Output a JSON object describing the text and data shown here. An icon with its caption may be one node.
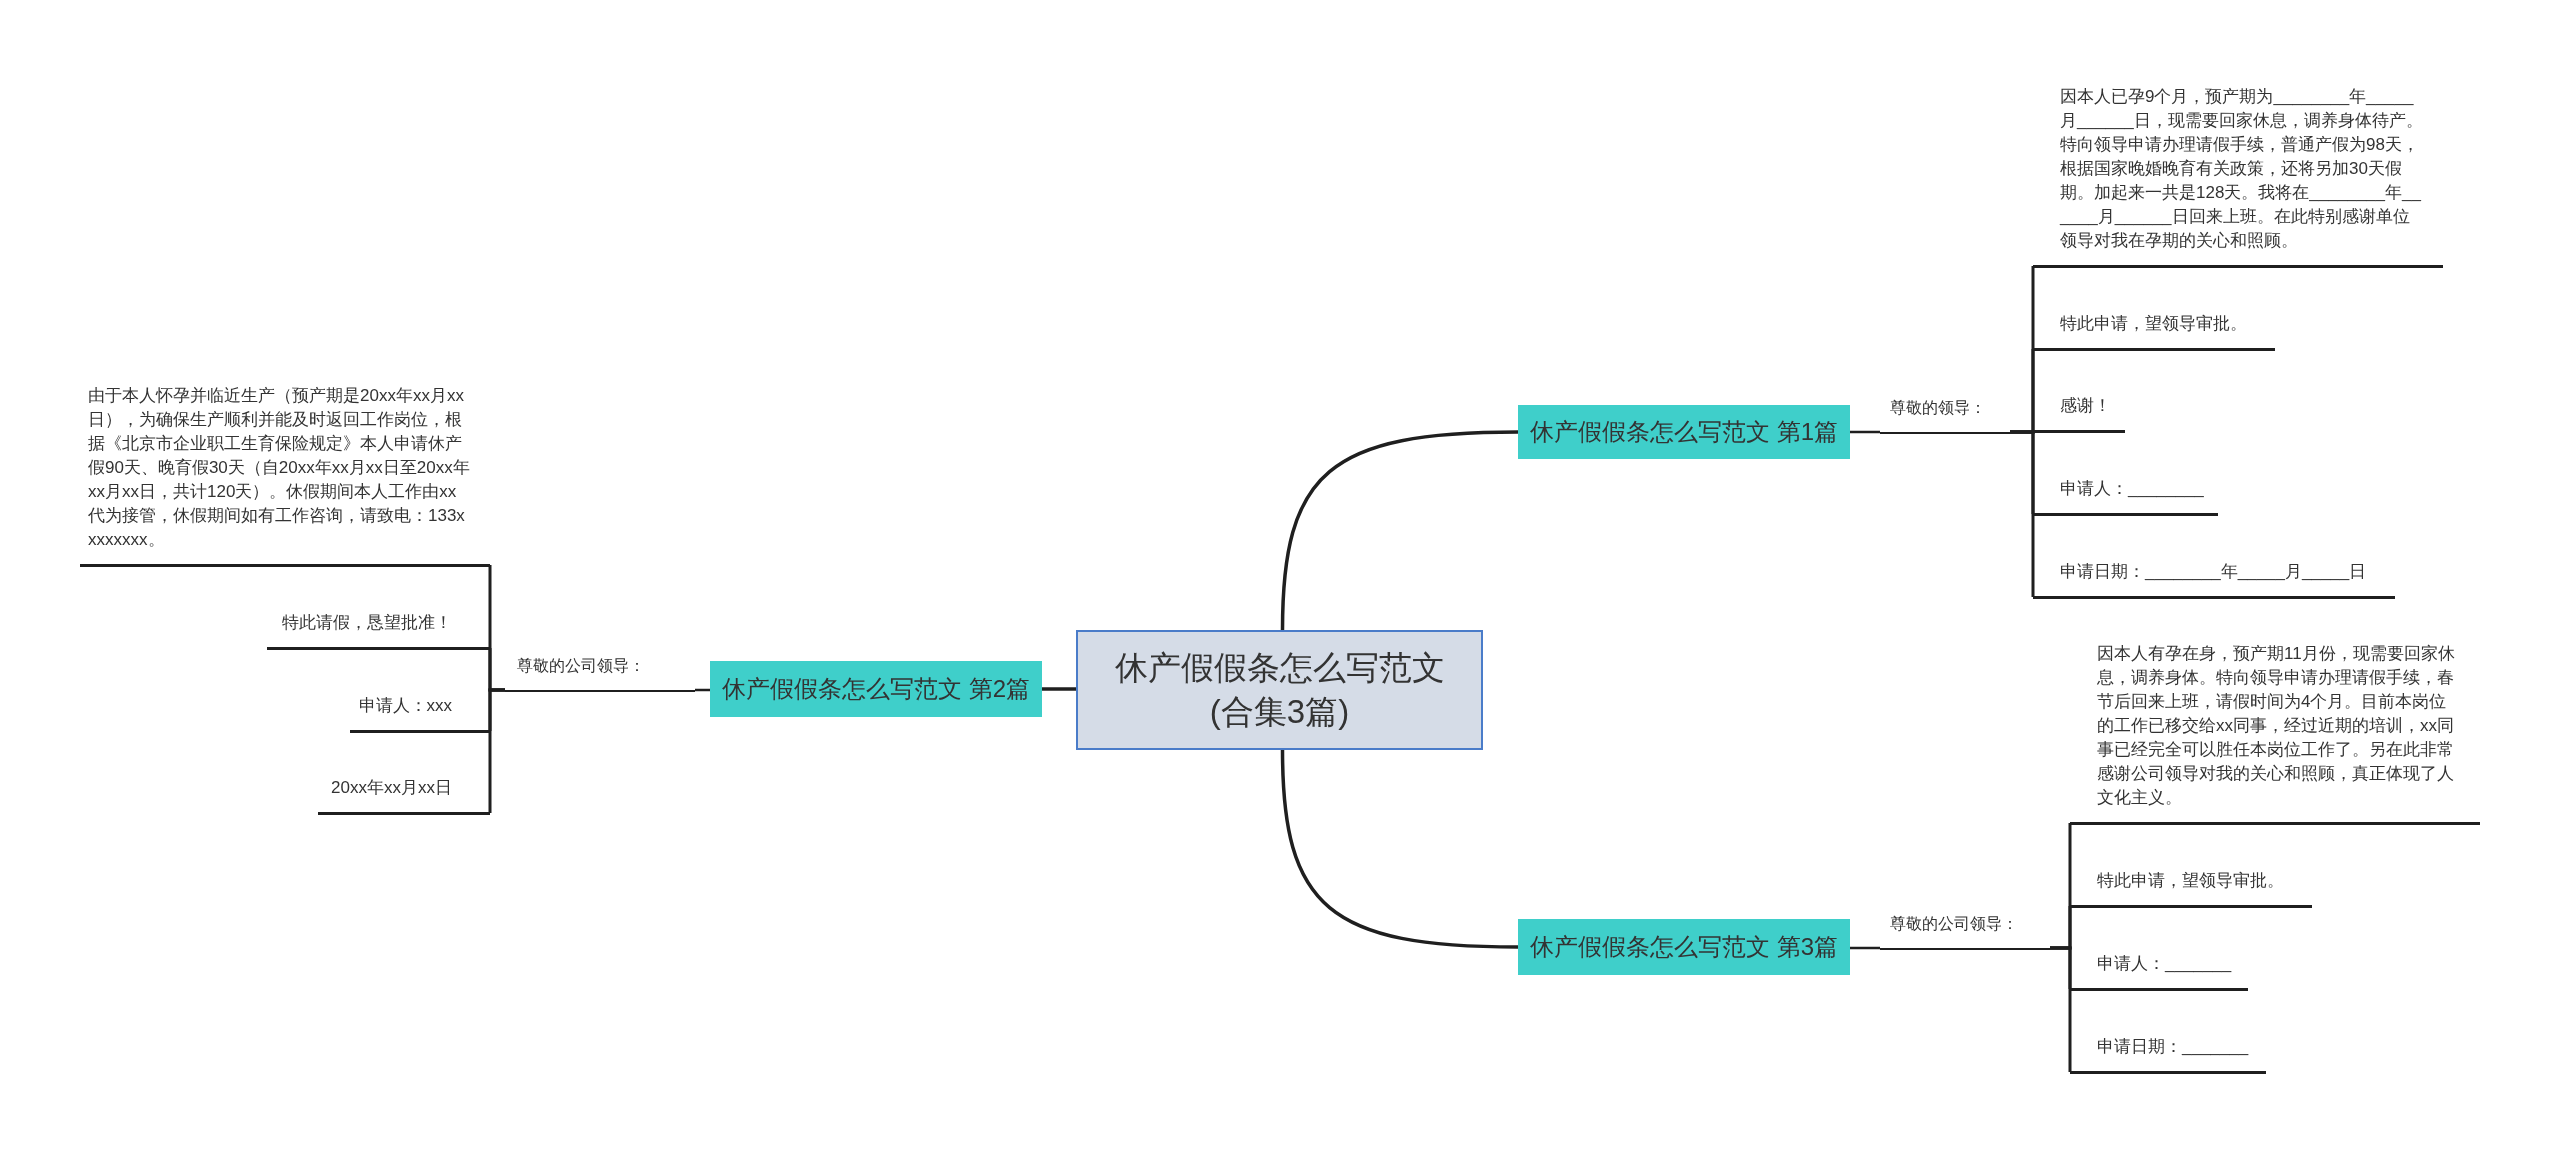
{
  "diagram": {
    "nodes": [
      {
        "text": [
          "休产假假条怎么写范文(合集3篇)"
        ]
      },
      {
        "text": [
          "休产假假条怎么写范文 第1篇"
        ]
      },
      {
        "text": [
          "尊敬的领导："
        ]
      },
      {
        "text": [
          "因本人已孕9个月，预产期为________年_____月______日，现需要回家休息，调养身体待产。特向领导申请办理请假手续，普通产假为98天，根据国家晚婚晚育有关政策，还将另加30天假期。加起来一共是128天。我将在________年______月______日回来上班。在此特别感谢单位领导对我在孕期的关心和照顾。"
        ]
      },
      {
        "text": [
          "特此申请，望领导审批。"
        ]
      },
      {
        "text": [
          "感谢！"
        ]
      },
      {
        "text": [
          "申请人：________"
        ]
      },
      {
        "text": [
          "申请日期：________年_____月_____日"
        ]
      },
      {
        "text": [
          "休产假假条怎么写范文 第2篇"
        ]
      },
      {
        "text": [
          "尊敬的公司领导："
        ]
      },
      {
        "text": [
          "由于本人怀孕并临近生产（预产期是20xx年xx月xx日），为确保生产顺利并能及时返回工作岗位，根据《北京市企业职工生育保险规定》本人申请休产假90天、晚育假30天（自20xx年xx月xx日至20xx年xx月xx日，共计120天）。休假期间本人工作由xx代为接管，休假期间如有工作咨询，请致电：133xxxxxxxx。"
        ]
      },
      {
        "text": [
          "特此请假，恳望批准！"
        ]
      },
      {
        "text": [
          "申请人：xxx"
        ]
      },
      {
        "text": [
          "20xx年xx月xx日"
        ]
      },
      {
        "text": [
          "休产假假条怎么写范文 第3篇"
        ]
      },
      {
        "text": [
          "尊敬的公司领导："
        ]
      },
      {
        "text": [
          "因本人有孕在身，预产期11月份，现需要回家休息，调养身体。特向领导申请办理请假手续，春节后回来上班，请假时间为4个月。目前本岗位的工作已移交给xx同事，经过近期的培训，xx同事已经完全可以胜任本岗位工作了。另在此非常感谢公司领导对我的关心和照顾，真正体现了人文化主义。"
        ]
      },
      {
        "text": [
          "特此申请，望领导审批。"
        ]
      },
      {
        "text": [
          "申请人：_______"
        ]
      },
      {
        "text": [
          "申请日期：_______"
        ]
      }
    ],
    "edges": [
      {
        "from": 0,
        "to": 1,
        "arrow": "none"
      },
      {
        "from": 0,
        "to": 8,
        "arrow": "none"
      },
      {
        "from": 0,
        "to": 14,
        "arrow": "none"
      },
      {
        "from": 1,
        "to": 2,
        "arrow": "none"
      },
      {
        "from": 2,
        "to": 3,
        "arrow": "none"
      },
      {
        "from": 2,
        "to": 4,
        "arrow": "none"
      },
      {
        "from": 2,
        "to": 5,
        "arrow": "none"
      },
      {
        "from": 2,
        "to": 6,
        "arrow": "none"
      },
      {
        "from": 2,
        "to": 7,
        "arrow": "none"
      },
      {
        "from": 8,
        "to": 9,
        "arrow": "none"
      },
      {
        "from": 9,
        "to": 10,
        "arrow": "none"
      },
      {
        "from": 9,
        "to": 11,
        "arrow": "none"
      },
      {
        "from": 9,
        "to": 12,
        "arrow": "none"
      },
      {
        "from": 9,
        "to": 13,
        "arrow": "none"
      },
      {
        "from": 14,
        "to": 15,
        "arrow": "none"
      },
      {
        "from": 15,
        "to": 16,
        "arrow": "none"
      },
      {
        "from": 15,
        "to": 17,
        "arrow": "none"
      },
      {
        "from": 15,
        "to": 18,
        "arrow": "none"
      },
      {
        "from": 15,
        "to": 19,
        "arrow": "none"
      }
    ]
  }
}
